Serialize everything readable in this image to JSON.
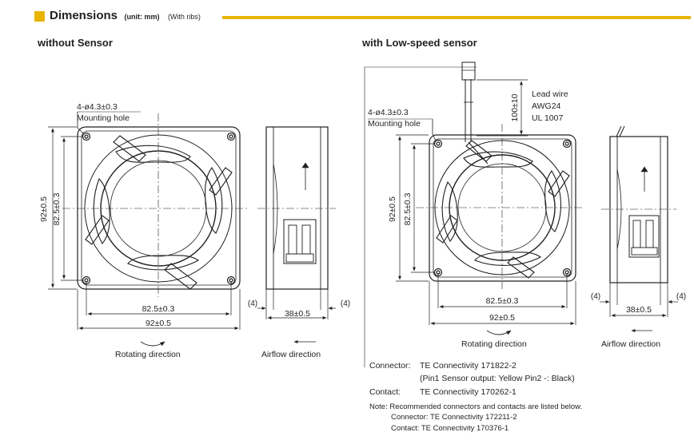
{
  "header": {
    "title": "Dimensions",
    "unit": "(unit: mm)",
    "ribs": "(With ribs)"
  },
  "left_panel": {
    "heading": "without Sensor",
    "hole_spec": "4-ø4.3±0.3",
    "hole_label": "Mounting hole",
    "dim_outer_v": "92±0.5",
    "dim_inner_v": "82.5±0.3",
    "dim_inner_h": "82.5±0.3",
    "dim_outer_h": "92±0.5",
    "dim_rib_left": "(4)",
    "dim_rib_right": "(4)",
    "dim_depth": "38±0.5",
    "rotating": "Rotating direction",
    "airflow": "Airflow direction"
  },
  "right_panel": {
    "heading": "with Low-speed sensor",
    "hole_spec": "4-ø4.3±0.3",
    "hole_label": "Mounting hole",
    "wire_length": "100±10",
    "lead_wire": [
      "Lead wire",
      "AWG24",
      "UL 1007"
    ],
    "dim_outer_v": "92±0.5",
    "dim_inner_v": "82.5±0.3",
    "dim_inner_h": "82.5±0.3",
    "dim_outer_h": "92±0.5",
    "dim_rib_left": "(4)",
    "dim_rib_right": "(4)",
    "dim_depth": "38±0.5",
    "rotating": "Rotating direction",
    "airflow": "Airflow direction"
  },
  "specs": {
    "connector_label": "Connector:",
    "connector_value": "TE Connectivity 171822-2",
    "pin_note": "(Pin1 Sensor output: Yellow  Pin2 -: Black)",
    "contact_label": "Contact:",
    "contact_value": "TE Connectivity 170262-1",
    "note": "Note: Recommended connectors and contacts are listed below.",
    "rec_connector": "Connector: TE Connectivity 172211-2",
    "rec_contact": "Contact: TE Connectivity 170376-1"
  },
  "colors": {
    "accent": "#e8b400",
    "ink": "#231f20"
  }
}
